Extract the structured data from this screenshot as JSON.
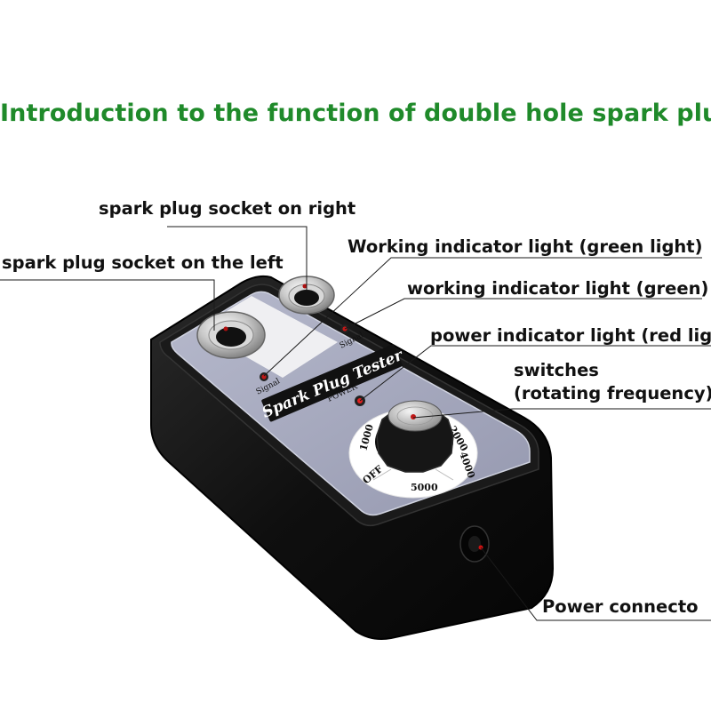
{
  "title": "Introduction to the function of double hole spark plug",
  "callouts": {
    "socket_right": "spark plug socket on right",
    "socket_left": "spark plug socket on the left",
    "working_light_green": "Working indicator light (green light)",
    "working_light_green_2": "working indicator light (green)",
    "power_light_red": "power indicator light (red light)",
    "switches_line1": "switches",
    "switches_line2": "(rotating frequency)",
    "power_connector": "Power connecto"
  },
  "device": {
    "label": "Spark Plug Tester",
    "signal_left": "Signal",
    "signal_right": "Signal",
    "power": "POWER",
    "dial": {
      "off": "OFF",
      "d1000": "1000",
      "d2000": "2000",
      "d4000": "4000",
      "d5000": "5000"
    }
  },
  "colors": {
    "title": "#1f8a2a",
    "body": "#121212",
    "faceplate": "#a4a8bd",
    "led_red": "#d01010"
  }
}
